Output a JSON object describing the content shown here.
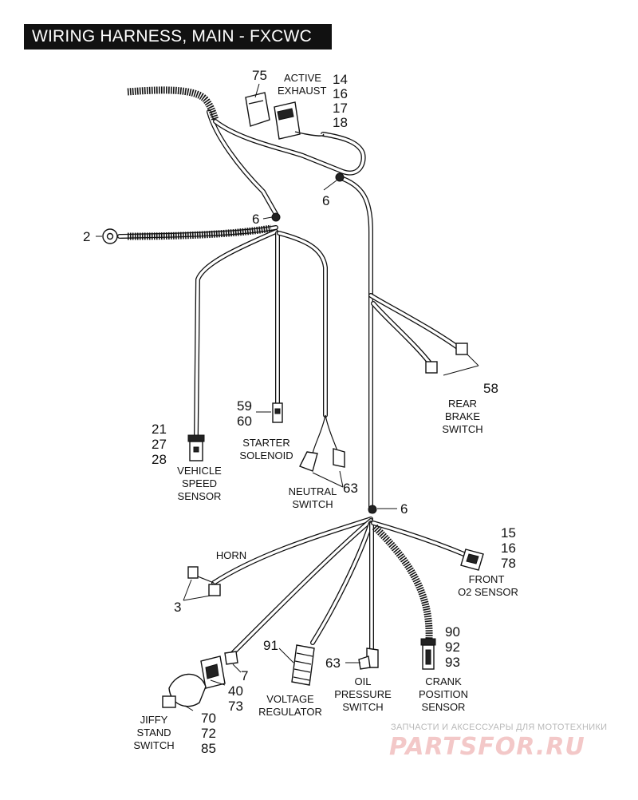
{
  "title": "WIRING HARNESS, MAIN - FXCWC",
  "callouts": {
    "c75": "75",
    "c14": "14",
    "c16a": "16",
    "c17": "17",
    "c18": "18",
    "c6a": "6",
    "c6b": "6",
    "c6c": "6",
    "c2": "2",
    "c21": "21",
    "c27": "27",
    "c28": "28",
    "c59": "59",
    "c60": "60",
    "c58": "58",
    "c63a": "63",
    "c63b": "63",
    "c15": "15",
    "c16b": "16",
    "c78": "78",
    "c3": "3",
    "c7": "7",
    "c40": "40",
    "c73": "73",
    "c70": "70",
    "c72": "72",
    "c85": "85",
    "c91": "91",
    "c90": "90",
    "c92": "92",
    "c93": "93"
  },
  "labels": {
    "active_exhaust": [
      "ACTIVE",
      "EXHAUST"
    ],
    "vehicle_speed_sensor": [
      "VEHICLE",
      "SPEED",
      "SENSOR"
    ],
    "starter_solenoid": [
      "STARTER",
      "SOLENOID"
    ],
    "neutral_switch": [
      "NEUTRAL",
      "SWITCH"
    ],
    "rear_brake_switch": [
      "REAR",
      "BRAKE",
      "SWITCH"
    ],
    "horn": [
      "HORN"
    ],
    "front_o2_sensor": [
      "FRONT",
      "O2 SENSOR"
    ],
    "jiffy_stand_switch": [
      "JIFFY",
      "STAND",
      "SWITCH"
    ],
    "voltage_regulator": [
      "VOLTAGE",
      "REGULATOR"
    ],
    "oil_pressure_switch": [
      "OIL",
      "PRESSURE",
      "SWITCH"
    ],
    "crank_position_sensor": [
      "CRANK",
      "POSITION",
      "SENSOR"
    ]
  },
  "watermark": {
    "tagline": "ЗАПЧАСТИ И АКСЕССУАРЫ ДЛЯ МОТОТЕХНИКИ",
    "logo": "PARTSFOR.RU"
  }
}
